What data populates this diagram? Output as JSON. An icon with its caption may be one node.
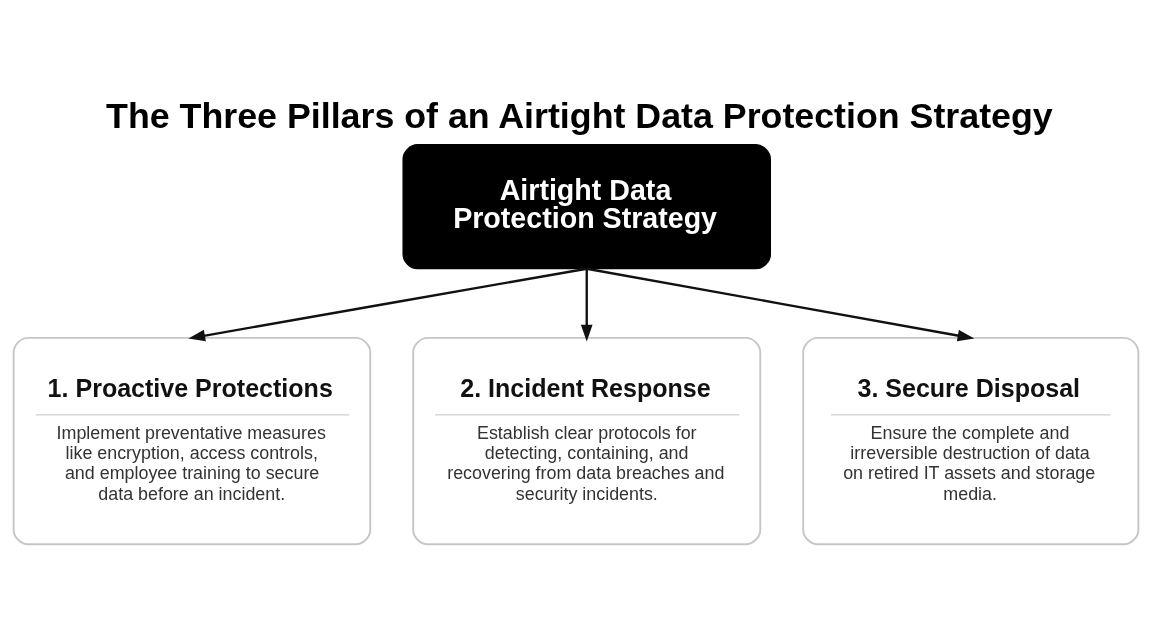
{
  "diagram": {
    "title": "The Three Pillars of an Airtight Data Protection Strategy",
    "nodes": [
      {
        "text": [
          "Airtight Data Protection Strategy"
        ]
      },
      {
        "text": [
          "1. Proactive Protections",
          "Implement preventative measures like encryption, access controls, and employee training to secure data before an incident."
        ]
      },
      {
        "text": [
          "2. Incident Response",
          "Establish clear protocols for detecting, containing, and recovering from data breaches and security incidents."
        ]
      },
      {
        "text": [
          "3. Secure Disposal",
          "Ensure the complete and irreversible destruction of data on retired IT assets and storage media."
        ]
      }
    ],
    "edges": [
      {
        "from": 0,
        "to": 1,
        "arrow": "to"
      },
      {
        "from": 0,
        "to": 2,
        "arrow": "to"
      },
      {
        "from": 0,
        "to": 3,
        "arrow": "to"
      }
    ]
  }
}
